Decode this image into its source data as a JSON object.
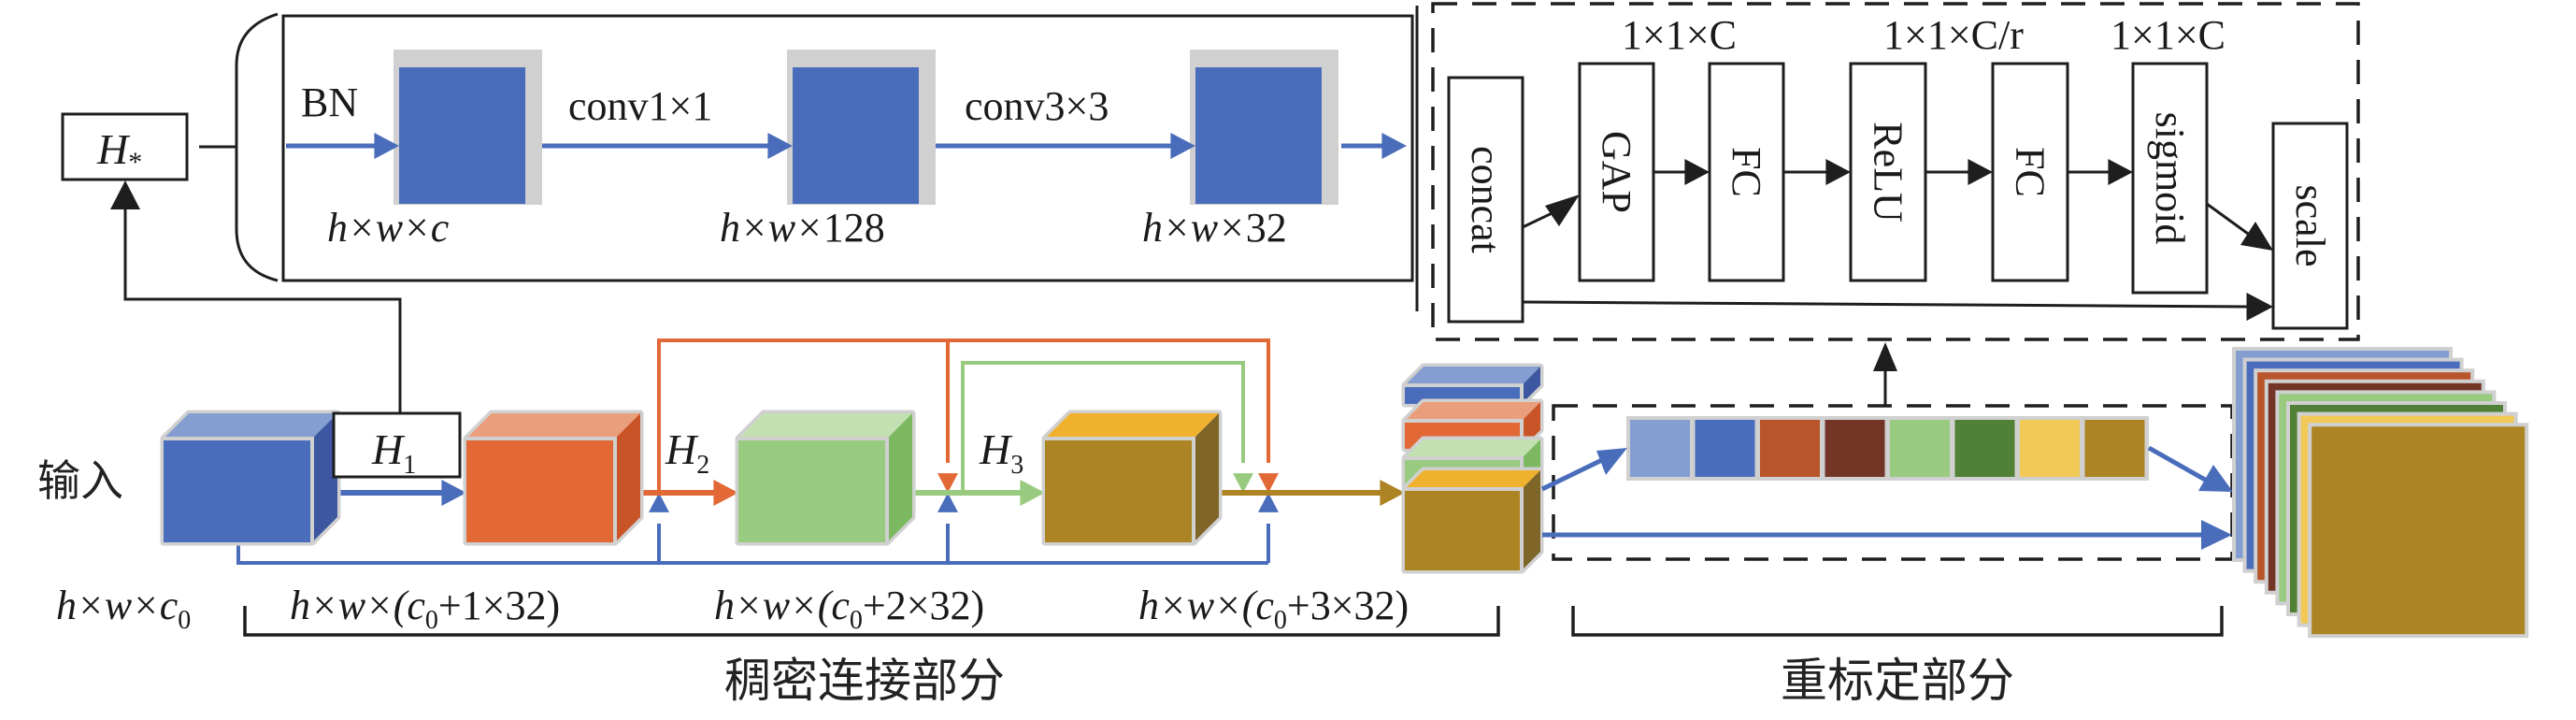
{
  "colors": {
    "blue": "#4a6dbb",
    "blue_light": "#849ed2",
    "blue_dark": "#3d58a0",
    "orange": "#e26835",
    "orange_light": "#eb9e7c",
    "orange_dark": "#c95427",
    "green": "#98cb80",
    "green_light": "#c2e0b2",
    "green_dark": "#7bb860",
    "gold": "#ad8423",
    "gold_top": "#f0b22e",
    "gold_dark": "#7f6528",
    "rust": "#b9552a",
    "brown": "#733626",
    "dgreen": "#518137",
    "yellow": "#f2c956",
    "gray": "#d0d0d0",
    "black": "#1e1e1e"
  },
  "bottleneck": {
    "h_star_label": "H",
    "h_star_sub": "*",
    "bn_label": "BN",
    "conv1_label": "conv1×1",
    "conv3_label": "conv3×3",
    "dims": [
      {
        "pre": "h×w×",
        "post": "c",
        "italic_post": true
      },
      {
        "pre": "h×w×",
        "post": "128",
        "italic_post": false
      },
      {
        "pre": "h×w×",
        "post": "32",
        "italic_post": false
      }
    ]
  },
  "se_block": {
    "dim_labels": [
      "1×1×C",
      "1×1×C/r",
      "1×1×C"
    ],
    "nodes": [
      "concat",
      "GAP",
      "FC",
      "ReLU",
      "FC",
      "sigmoid",
      "scale"
    ]
  },
  "dense": {
    "input_label": "输入",
    "h_labels": [
      {
        "main": "H",
        "sub": "1"
      },
      {
        "main": "H",
        "sub": "2"
      },
      {
        "main": "H",
        "sub": "3"
      }
    ],
    "dim_labels": [
      "h×w×c0",
      "h×w×(c0+1×32)",
      "h×w×(c0+2×32)",
      "h×w×(c0+3×32)"
    ],
    "section_title": "稠密连接部分"
  },
  "recalibration": {
    "section_title": "重标定部分",
    "vector_cells": [
      "blue_light",
      "blue",
      "rust",
      "brown",
      "green",
      "dgreen",
      "yellow",
      "gold"
    ],
    "output_maps": [
      "blue_light",
      "blue",
      "rust",
      "brown",
      "green",
      "dgreen",
      "yellow",
      "gold"
    ]
  }
}
